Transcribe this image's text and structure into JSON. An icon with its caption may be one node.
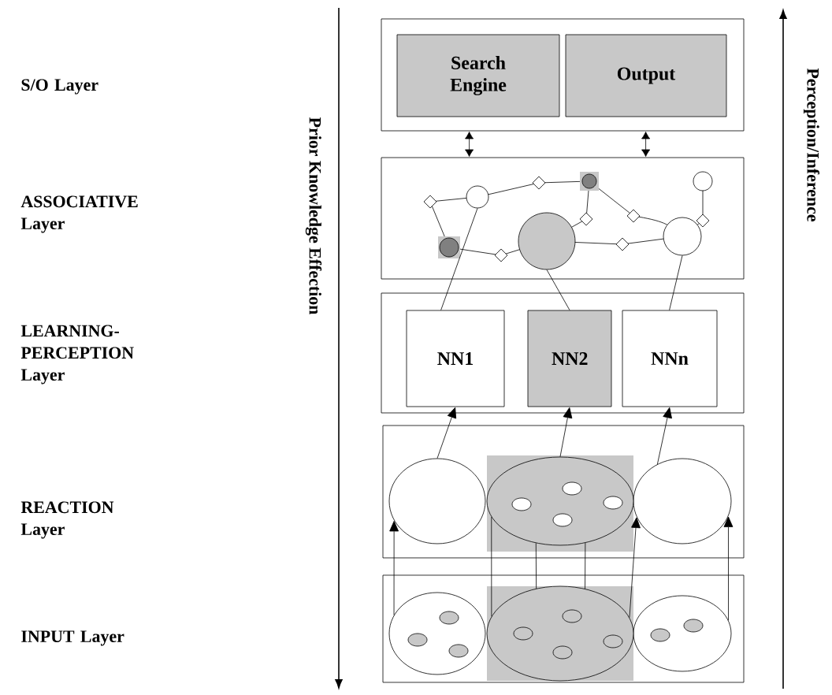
{
  "diagram": {
    "nodes": [
      {
        "text": [],
        "shape": "box"
      },
      {
        "text": [
          "Search Engine"
        ],
        "in": 0
      },
      {
        "text": [
          "Output"
        ],
        "in": 0
      },
      {
        "text": [],
        "shape": "box"
      },
      {
        "text": [],
        "shape": "circle",
        "in": 3
      },
      {
        "text": [],
        "shape": "circle",
        "in": 3
      },
      {
        "text": [],
        "shape": "circle",
        "in": 3
      },
      {
        "text": [],
        "shape": "box"
      },
      {
        "text": [
          "NN1"
        ],
        "in": 7
      },
      {
        "text": [
          "NN2"
        ],
        "in": 7
      },
      {
        "text": [
          "NNn"
        ],
        "in": 7
      },
      {
        "text": [],
        "shape": "box"
      },
      {
        "text": [],
        "shape": "ellipse",
        "in": 11
      },
      {
        "text": [],
        "shape": "ellipse",
        "in": 11
      },
      {
        "text": [],
        "shape": "ellipse",
        "in": 11
      },
      {
        "text": [],
        "shape": "box"
      },
      {
        "text": [],
        "shape": "ellipse",
        "in": 15
      },
      {
        "text": [],
        "shape": "ellipse",
        "in": 15
      },
      {
        "text": [],
        "shape": "ellipse",
        "in": 15
      }
    ],
    "edges": [
      {
        "from": 0,
        "to": 3,
        "arrow": "both"
      },
      {
        "from": 0,
        "to": 3,
        "arrow": "both"
      },
      {
        "from": 8,
        "to": 4,
        "arrow": "none"
      },
      {
        "from": 9,
        "to": 5,
        "arrow": "none"
      },
      {
        "from": 10,
        "to": 6,
        "arrow": "none"
      },
      {
        "from": 12,
        "to": 8,
        "arrow": "to"
      },
      {
        "from": 13,
        "to": 9,
        "arrow": "to"
      },
      {
        "from": 14,
        "to": 10,
        "arrow": "to"
      },
      {
        "from": 16,
        "to": 12,
        "arrow": "to"
      },
      {
        "from": 17,
        "to": 13,
        "arrow": "none"
      },
      {
        "from": 17,
        "to": 13,
        "arrow": "none"
      },
      {
        "from": 17,
        "to": 13,
        "arrow": "none"
      },
      {
        "from": 17,
        "to": 14,
        "arrow": "to"
      },
      {
        "from": 18,
        "to": 14,
        "arrow": "to"
      }
    ],
    "labels": [
      "S/O Layer",
      "ASSOCIATIVE Layer",
      "LEARNING- PERCEPTION Layer",
      "REACTION Layer",
      "INPUT Layer",
      "Prior Knowledge Effection",
      "Perception/Inference"
    ]
  }
}
